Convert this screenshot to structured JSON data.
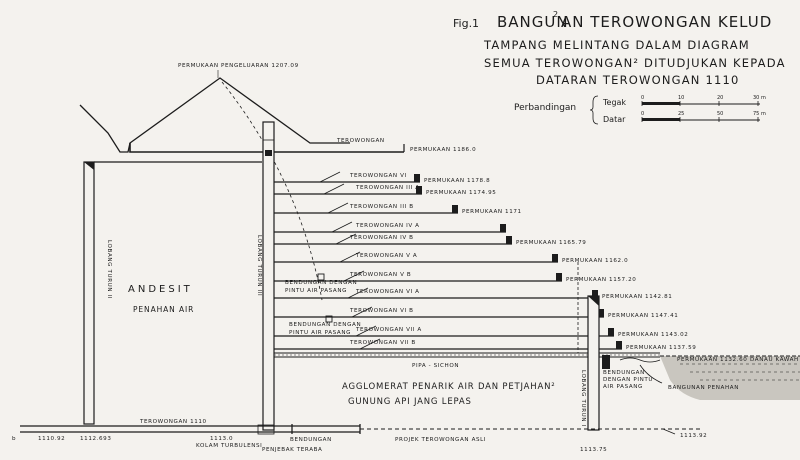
{
  "title": {
    "fig": "Fig.1",
    "main": "BANGUN",
    "sup": "2",
    "main_rest": "AN TEROWONGAN KELUD",
    "line2": "TAMPANG MELINTANG DALAM DIAGRAM",
    "line3": "SEMUA TEROWONGAN² DITUDJUKAN KEPADA",
    "line4": "DATARAN TEROWONGAN 1110"
  },
  "scale": {
    "label": "Perbandingan",
    "tegak": "Tegak",
    "datar": "Datar",
    "tegak_ticks": [
      "0",
      "10",
      "20",
      "30 m"
    ],
    "datar_ticks": [
      "0",
      "25",
      "50",
      "75 m"
    ]
  },
  "top": {
    "permukaan_pengeluaran": "PERMUKAAN PENGELUARAN 1207.09",
    "terowongan_top": "TEROWONGAN",
    "permukaan_1186": "PERMUKAAN 1186.0"
  },
  "tunnels": [
    {
      "name": "TEROWONGAN VI",
      "surface": "PERMUKAAN 1178.8"
    },
    {
      "name": "TEROWONGAN III A",
      "surface": "PERMUKAAN 1174.95"
    },
    {
      "name": "TEROWONGAN III B",
      "surface": "PERMUKAAN 1171"
    },
    {
      "name": "TEROWONGAN IV A",
      "surface": ""
    },
    {
      "name": "TEROWONGAN IV B",
      "surface": "PERMUKAAN 1165.79"
    },
    {
      "name": "TEROWONGAN V A",
      "surface": "PERMUKAAN 1162.0"
    },
    {
      "name": "TEROWONGAN V B",
      "surface": "PERMUKAAN 1157.20"
    },
    {
      "name": "TEROWONGAN VI A",
      "surface": "PERMUKAAN 1142.81"
    },
    {
      "name": "TEROWONGAN VI B",
      "surface": "PERMUKAAN 1147.41"
    },
    {
      "name": "TEROWONGAN VII A",
      "surface": "PERMUKAAN 1143.02"
    },
    {
      "name": "TEROWONGAN VII B",
      "surface": "PERMUKAAN 1137.59"
    }
  ],
  "labels": {
    "andesit": "ANDESIT",
    "penahan_air": "PENAHAN AIR",
    "lobang_turun_ii": "LOBANG TURUN II",
    "lobang_turun_iii": "LOBANG TURUN III",
    "lobang_turun_i": "LOBANG TURUN I",
    "bendungan1": "BENDUNGAN DENGAN",
    "bendungan1b": "PINTU AIR PASANG",
    "bendungan2": "BENDUNGAN DENGAN",
    "bendungan2b": "PINTU AIR PASANG",
    "pipa_sichon": "PIPA - SICHON",
    "permukaan_1132": "PERMUKAAN 1132.60",
    "danau_kawah": "DANAU KAWAH",
    "bendungan3a": "BENDUNGAN",
    "bendungan3b": "DENGAN PINTU",
    "bendungan3c": "AIR PASANG",
    "bangunan_penahan": "BANGUNAN PENAHAN",
    "agglomerat1": "AGGLOMERAT PENARIK AIR DAN PETJAHAN²",
    "agglomerat2": "GUNUNG API JANG LEPAS",
    "terowongan_1110": "TEROWONGAN 1110",
    "kolam": "KOLAM TURBULENSI",
    "bendungan_penjebak": "BENDUNGAN",
    "penjebak": "PENJEBAK TERABA",
    "projek": "PROJEK TEROWONGAN ASLI",
    "elev_b": "b",
    "elev_1110_92": "1110.92",
    "elev_1112_693": "1112.693",
    "elev_1113_0": "1113.0",
    "elev_1113_75": "1113.75",
    "elev_1113_92": "1113.92"
  }
}
